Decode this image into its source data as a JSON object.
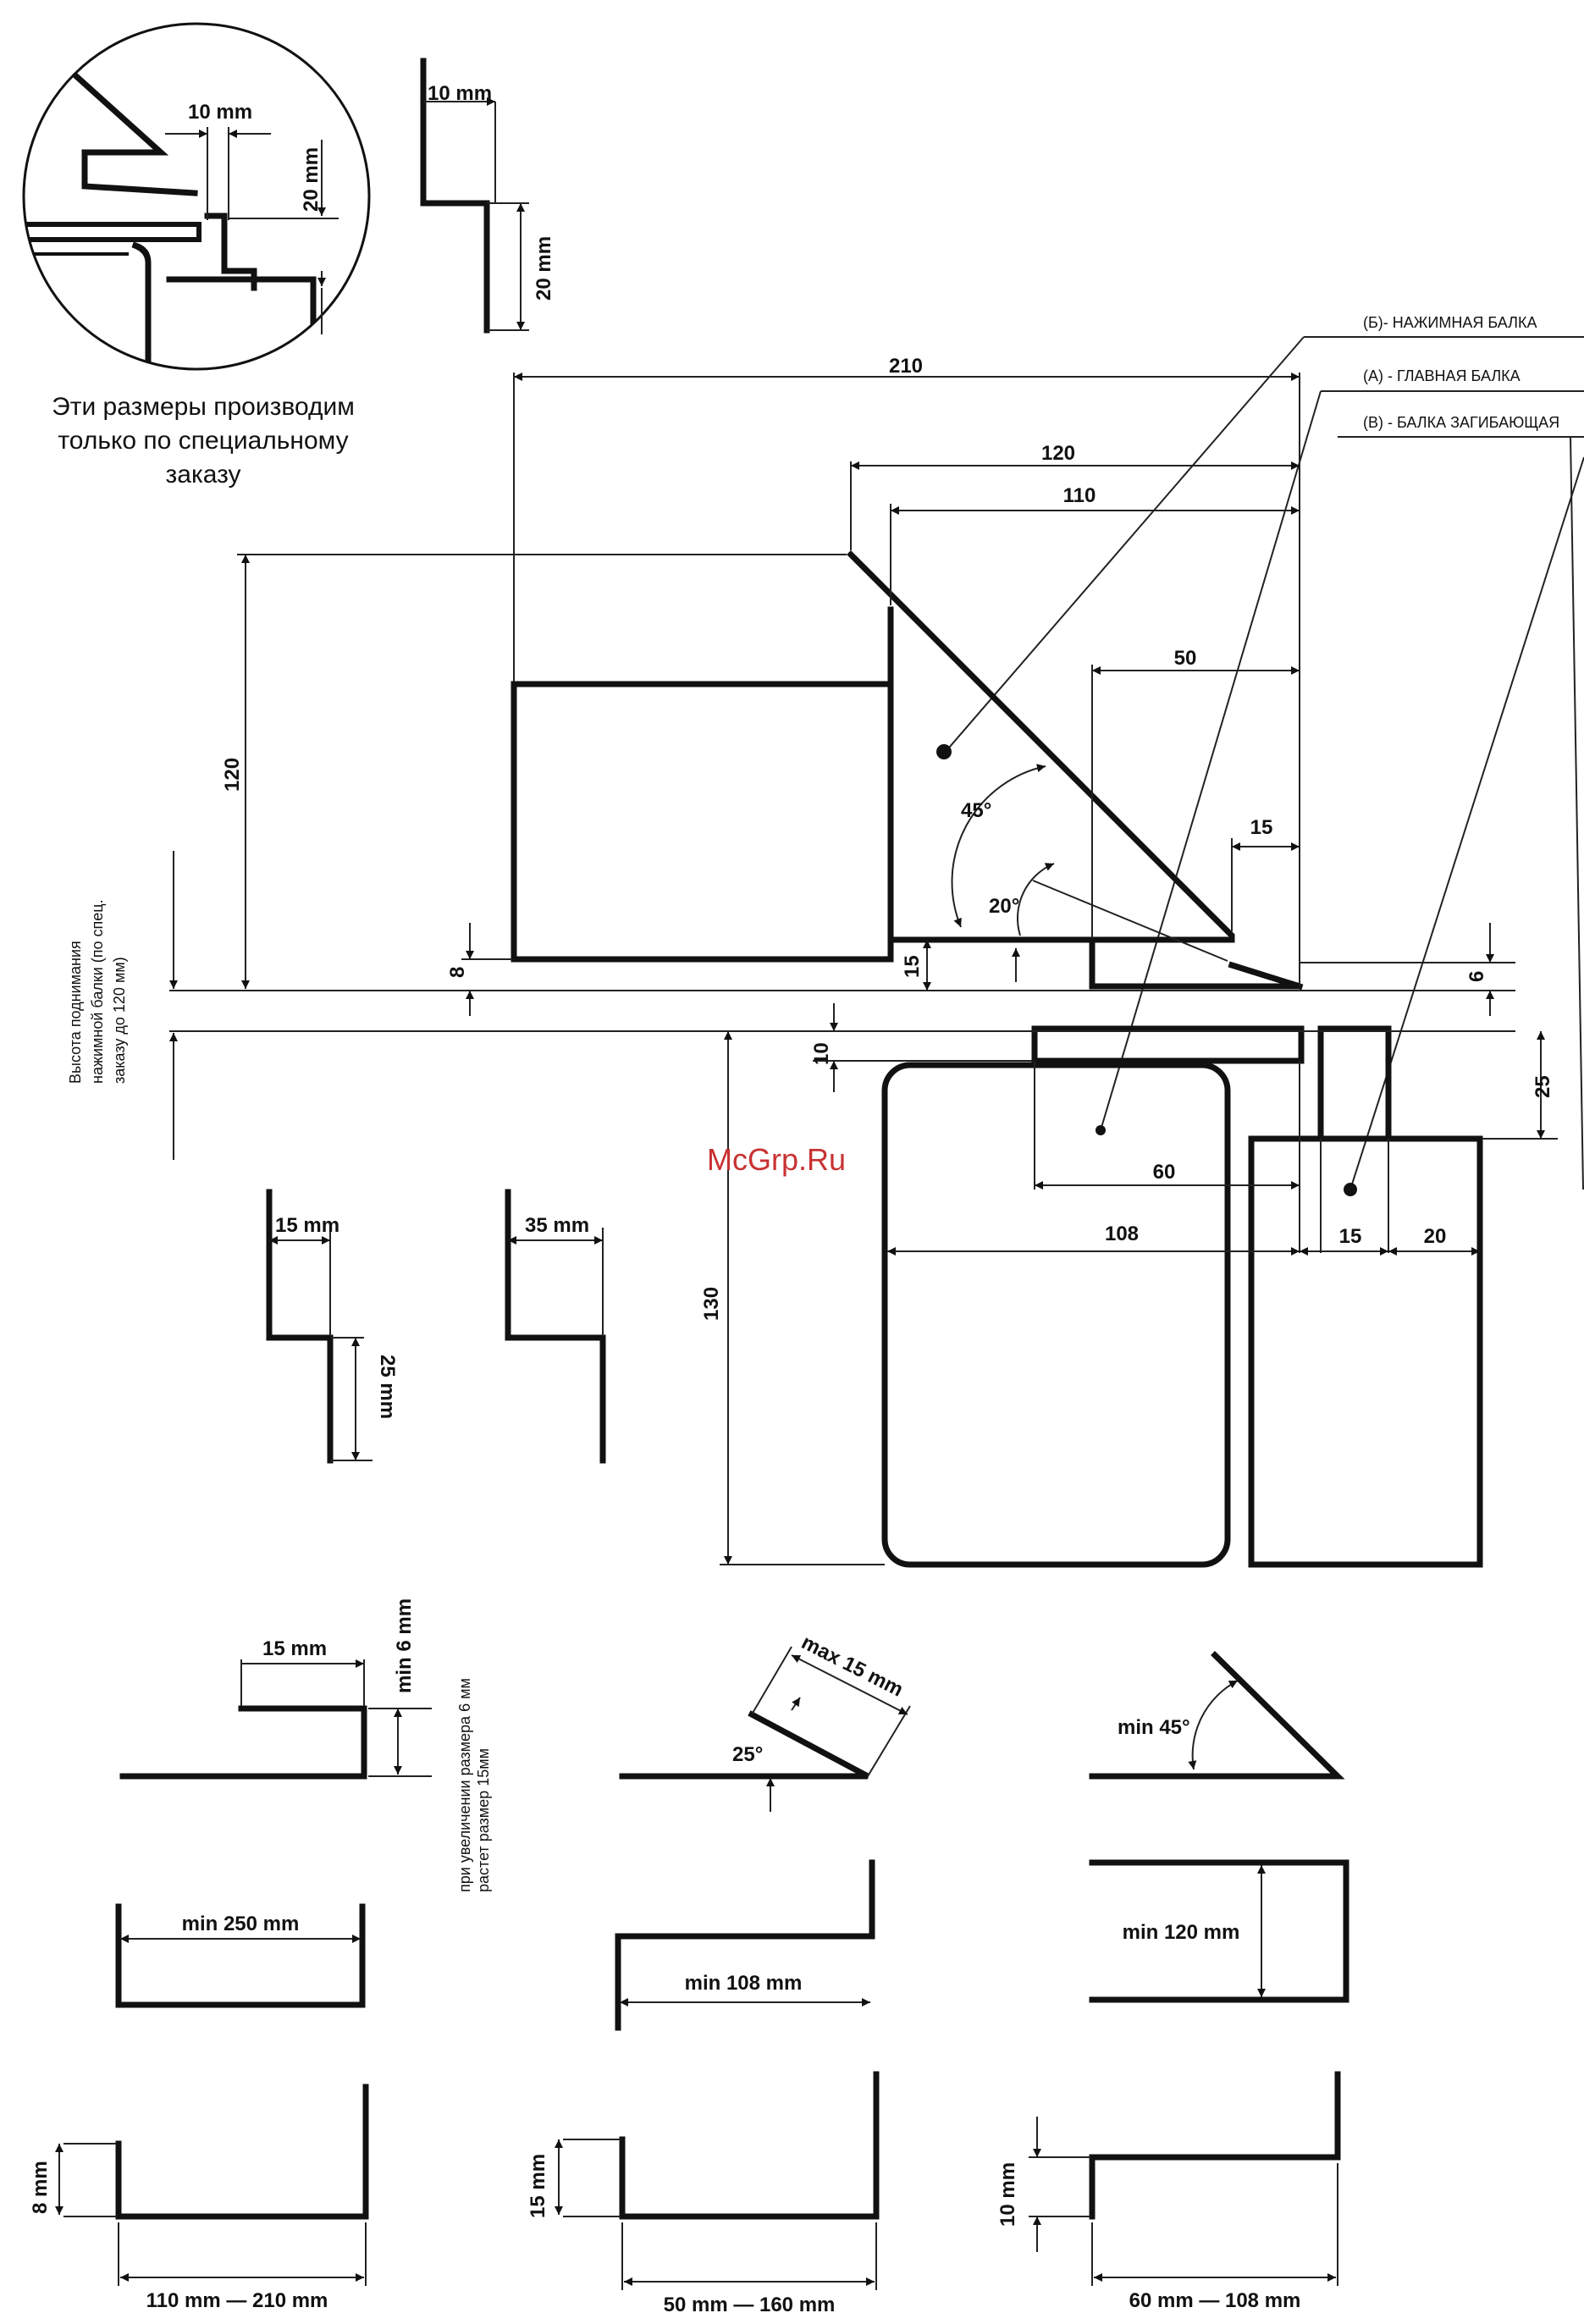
{
  "note": {
    "line1": "Эти размеры производим",
    "line2": "только по специальному",
    "line3": "заказу"
  },
  "legend": {
    "b": "(Б)- НАЖИМНАЯ БАЛКА",
    "a": "(А) - ГЛАВНАЯ БАЛКА",
    "v": "(В) - БАЛКА ЗАГИБАЮЩАЯ"
  },
  "side_note": {
    "line1": "Высота поднимания",
    "line2": "нажимной балки (по спец.",
    "line3": "заказу до 120 мм)"
  },
  "increase_note": {
    "line1": "при увеличении размера 6 мм",
    "line2": "растет размер 15мм"
  },
  "watermark": "McGrp.Ru",
  "detail": {
    "d10": "10 mm",
    "d20": "20 mm"
  },
  "profile_top": {
    "d10": "10 mm",
    "d20": "20 mm"
  },
  "main_dims": {
    "d210": "210",
    "d120_top": "120",
    "d110": "110",
    "d50": "50",
    "d120_left": "120",
    "a45": "45°",
    "a20": "20°",
    "d15_right": "15",
    "d8": "8",
    "d15_low": "15",
    "d6": "6",
    "d10_low": "10",
    "d25": "25",
    "d130": "130",
    "d60": "60",
    "d108": "108",
    "d15_b": "15",
    "d20_b": "20"
  },
  "profiles_mid": {
    "p1_w": "15 mm",
    "p1_h": "25 mm",
    "p2_w": "35 mm"
  },
  "bottom": {
    "r1_15": "15 mm",
    "r1_min6": "min 6 mm",
    "r1_max15": "max 15 mm",
    "r1_25": "25°",
    "r1_min45": "min 45°",
    "r2_min250": "min 250 mm",
    "r2_min108": "min 108 mm",
    "r2_min120": "min 120 mm",
    "r3_8": "8 mm",
    "r3_110_210": "110 mm — 210 mm",
    "r3_15": "15 mm",
    "r3_50_160": "50 mm — 160 mm",
    "r3_10": "10 mm",
    "r3_60_108": "60 mm — 108 mm"
  }
}
